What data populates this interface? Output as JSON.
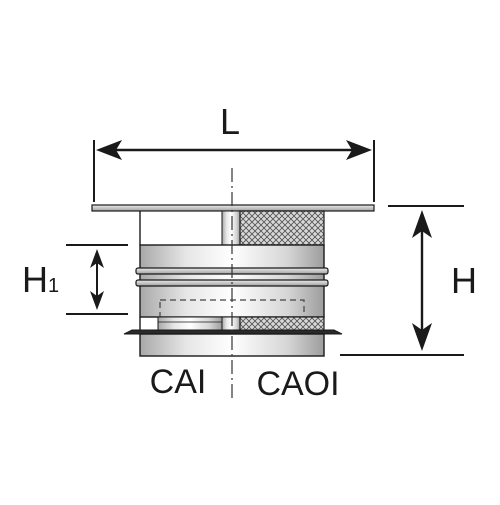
{
  "labels": {
    "length": "L",
    "height": "H",
    "height1_main": "H",
    "height1_sub": "1",
    "left_caption": "CAI",
    "right_caption": "CAOI"
  },
  "colors": {
    "stroke": "#1a1a1a",
    "metal_light": "#f2f2f2",
    "metal_mid": "#c8c8c8",
    "metal_dark": "#9a9a9a",
    "mesh_bg": "#d9d9d9"
  }
}
